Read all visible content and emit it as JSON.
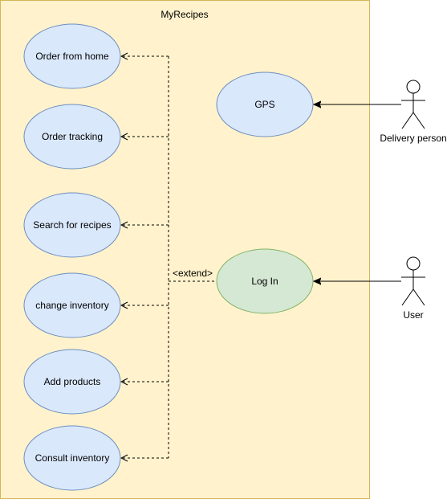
{
  "system": {
    "title": "MyRecipes",
    "fill": "#fff2cc",
    "stroke": "#d6b656"
  },
  "use_cases": [
    {
      "label": "Order from home"
    },
    {
      "label": "Order tracking"
    },
    {
      "label": "Search for recipes"
    },
    {
      "label": "change inventory"
    },
    {
      "label": "Add products"
    },
    {
      "label": "Consult inventory"
    }
  ],
  "gps": {
    "label": "GPS"
  },
  "login": {
    "label": "Log In"
  },
  "extend_label": "<extend>",
  "actors": {
    "delivery": {
      "label": "Delivery person"
    },
    "user": {
      "label": "User"
    }
  },
  "colors": {
    "use_case_fill": "#dae8fc",
    "use_case_stroke": "#6c8ebf",
    "login_fill": "#d5e8d4",
    "login_stroke": "#82b366"
  }
}
